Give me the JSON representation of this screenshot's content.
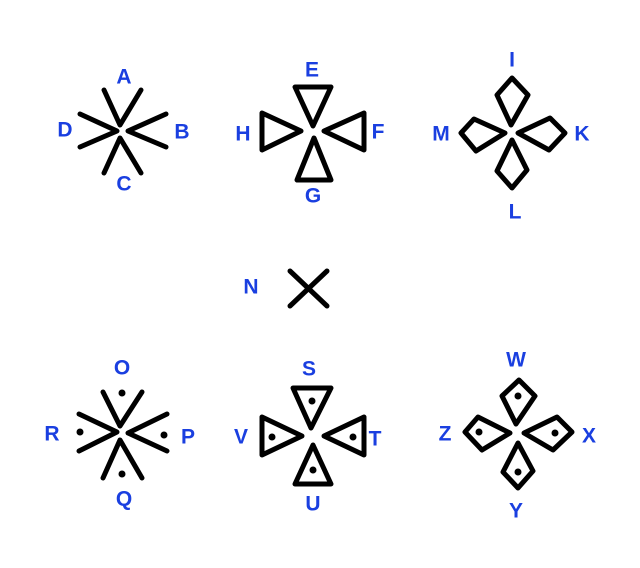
{
  "diagram": {
    "label_color": "#1a3fe0",
    "stroke_color": "#000000",
    "background": "#ffffff",
    "groups": [
      {
        "id": "chevrons",
        "style": "open V chevrons pointing to center",
        "labels": {
          "top": "A",
          "right": "B",
          "bottom": "C",
          "left": "D"
        }
      },
      {
        "id": "triangles",
        "style": "outlined triangles pointing to center",
        "labels": {
          "top": "E",
          "right": "F",
          "bottom": "G",
          "left": "H"
        }
      },
      {
        "id": "kites",
        "style": "outlined kites pointing to center",
        "labels": {
          "top": "I",
          "right": "K",
          "bottom": "L",
          "left": "M"
        }
      },
      {
        "id": "cross",
        "style": "single X",
        "labels": {
          "left": "N"
        }
      },
      {
        "id": "dotted-chevrons",
        "style": "open V chevrons with dots",
        "labels": {
          "top": "O",
          "right": "P",
          "bottom": "Q",
          "left": "R"
        }
      },
      {
        "id": "dotted-triangles",
        "style": "outlined triangles with dots",
        "labels": {
          "top": "S",
          "right": "T",
          "bottom": "U",
          "left": "V"
        }
      },
      {
        "id": "dotted-kites",
        "style": "outlined kites with dots",
        "labels": {
          "top": "W",
          "right": "X",
          "bottom": "Y",
          "left": "Z"
        }
      }
    ]
  }
}
